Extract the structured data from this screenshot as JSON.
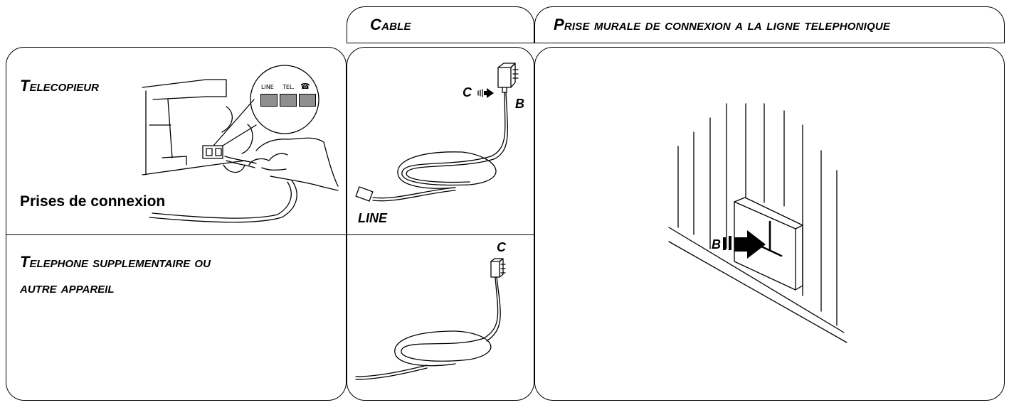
{
  "headers": {
    "cable": "Cable",
    "wall_socket": "Prise murale de connexion a la ligne telephonique"
  },
  "rows": {
    "fax": {
      "label": "Telecopieur",
      "sockets_caption": "Prises de connexion",
      "socket_labels": [
        "LINE",
        "TEL."
      ]
    },
    "extra_phone": {
      "label_line1": "Telephone supplementaire ou",
      "label_line2": "autre appareil"
    }
  },
  "cable_tags": {
    "top_c": "C",
    "top_b": "B",
    "line": "LINE",
    "bottom_c": "C"
  },
  "wall_tags": {
    "b": "B"
  }
}
